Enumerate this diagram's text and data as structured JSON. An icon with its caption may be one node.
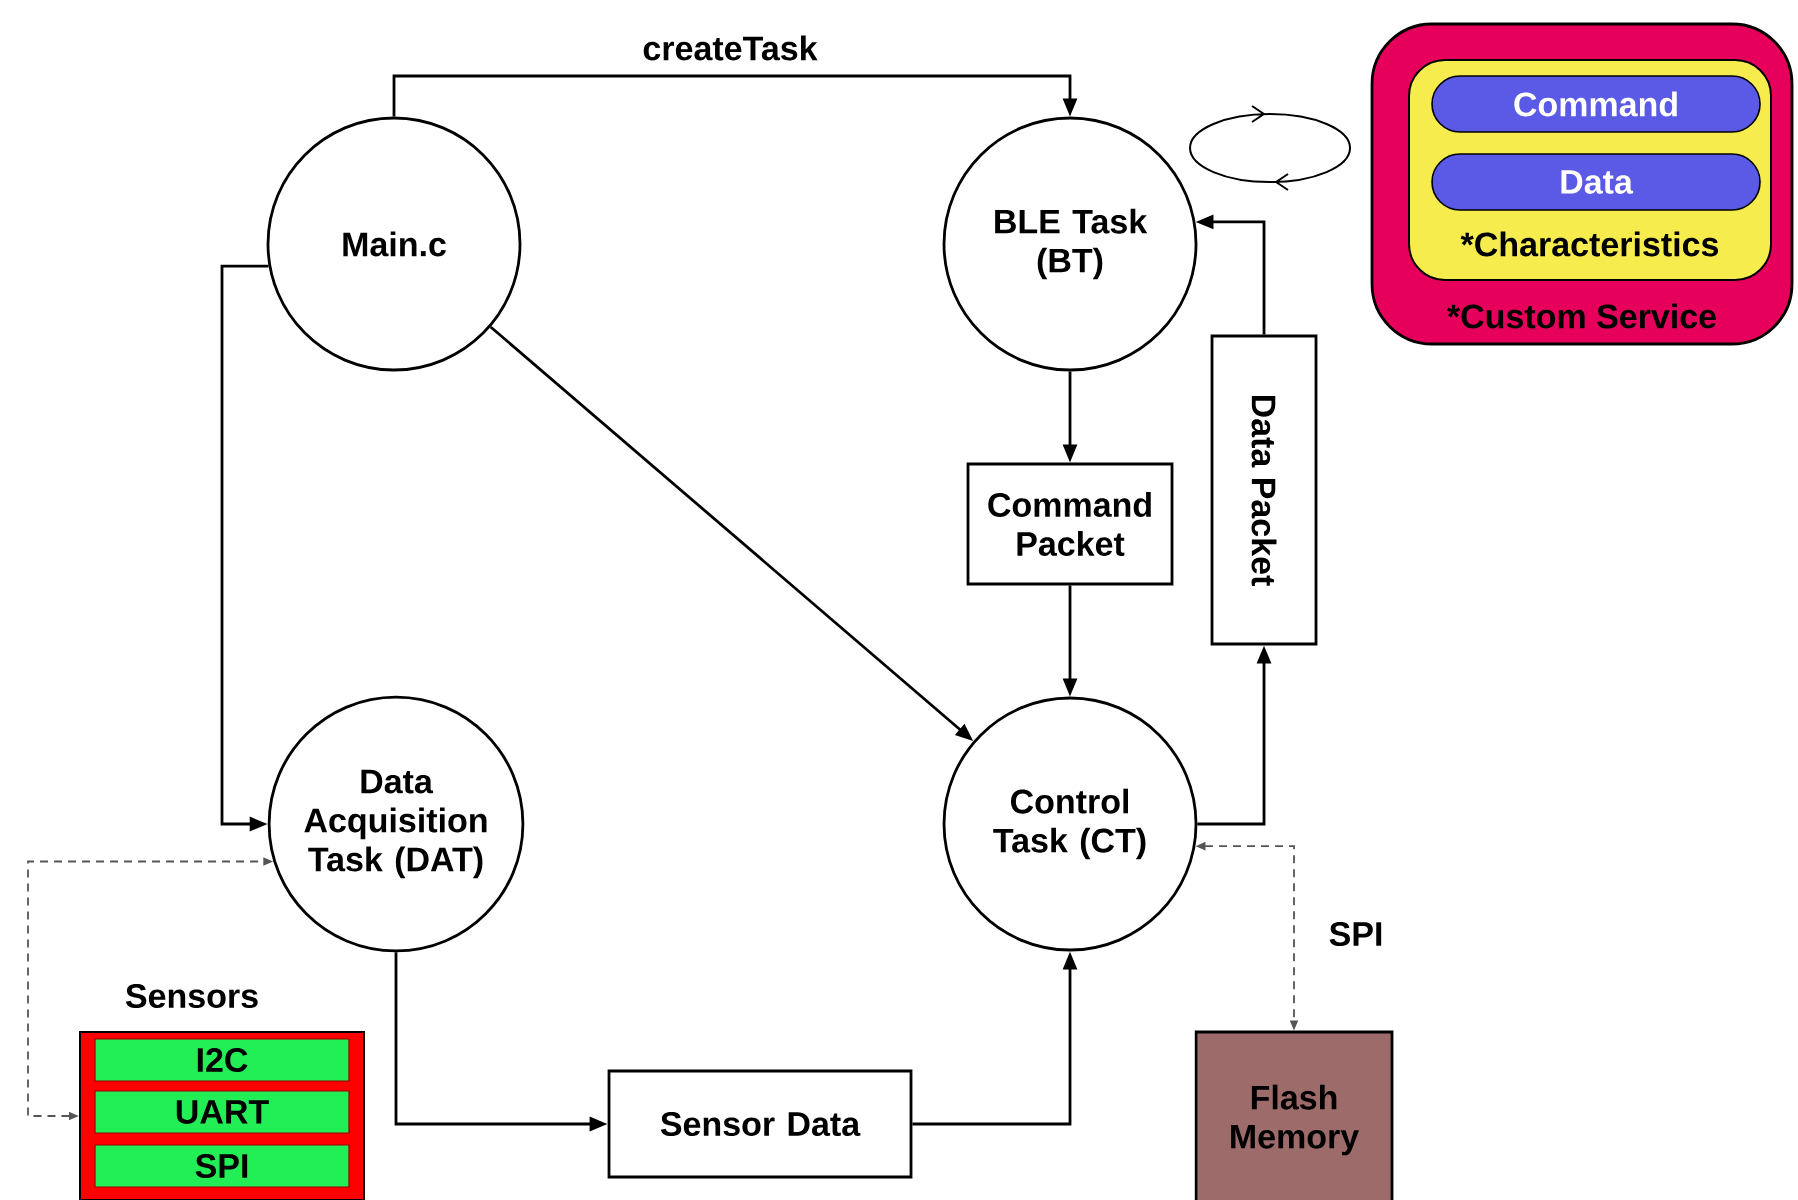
{
  "diagram": {
    "nodes": [
      {
        "text": [
          "Main.c"
        ]
      },
      {
        "text": [
          "BLE Task (BT)"
        ]
      },
      {
        "text": [
          "Command Packet"
        ]
      },
      {
        "text": [
          "Data Packet"
        ]
      },
      {
        "text": [
          "Control Task (CT)"
        ]
      },
      {
        "text": [
          "Data Acquisition Task (DAT)"
        ]
      },
      {
        "text": [
          "Sensor Data"
        ]
      },
      {
        "text": [
          "Sensors"
        ]
      },
      {
        "text": [
          "I2C"
        ],
        "in": 7
      },
      {
        "text": [
          "UART"
        ],
        "in": 7
      },
      {
        "text": [
          "SPI"
        ],
        "in": 7
      },
      {
        "text": [
          "Flash Memory"
        ]
      },
      {
        "text": [
          "*Custom Service"
        ]
      },
      {
        "text": [
          "*Characteristics"
        ],
        "in": 12
      },
      {
        "text": [
          "Command"
        ],
        "in": 13
      },
      {
        "text": [
          "Data"
        ],
        "in": 13
      }
    ],
    "edges": [
      {
        "from": 0,
        "to": 1,
        "arrow": "to",
        "label": "createTask"
      },
      {
        "from": 0,
        "to": 5,
        "arrow": "to"
      },
      {
        "from": 0,
        "to": 4,
        "arrow": "to"
      },
      {
        "from": 1,
        "to": 2,
        "arrow": "to"
      },
      {
        "from": 2,
        "to": 4,
        "arrow": "to"
      },
      {
        "from": 4,
        "to": 3,
        "arrow": "to"
      },
      {
        "from": 3,
        "to": 1,
        "arrow": "to"
      },
      {
        "from": 5,
        "to": 6,
        "arrow": "to"
      },
      {
        "from": 6,
        "to": 4,
        "arrow": "to"
      },
      {
        "from": 7,
        "to": 5,
        "arrow": "both",
        "style": "dashed",
        "color": "#555555"
      },
      {
        "from": 4,
        "to": 11,
        "arrow": "both",
        "style": "dashed",
        "color": "#555555",
        "label": "SPI"
      }
    ]
  }
}
